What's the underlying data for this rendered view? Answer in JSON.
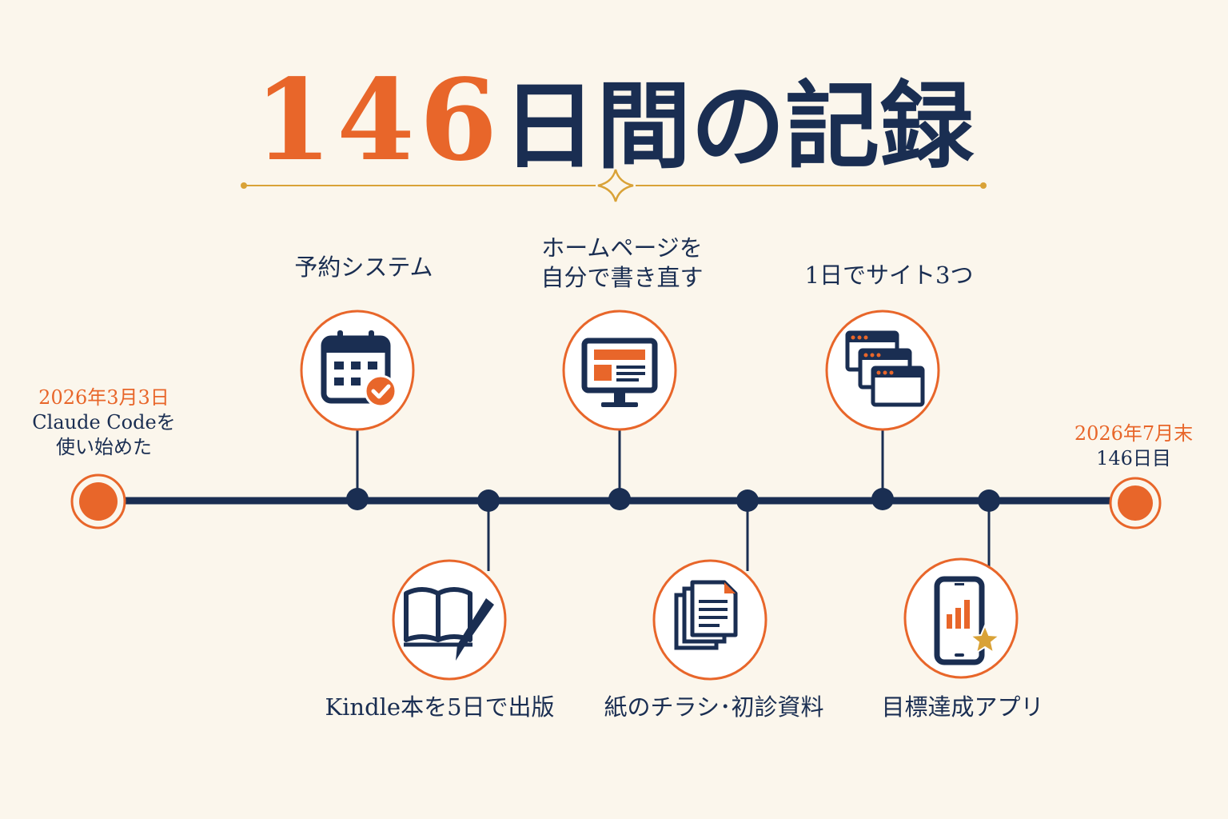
{
  "title": {
    "number": "146",
    "rest": "日間の記録"
  },
  "start": {
    "date": "2026年3月3日",
    "line1": "Claude Codeを",
    "line2": "使い始めた"
  },
  "end": {
    "date": "2026年7月末",
    "line1": "146日目"
  },
  "milestones": [
    {
      "line1": "予約システム",
      "line2": "",
      "icon": "calendar-check-icon"
    },
    {
      "line1": "Kindle本を5日で出版",
      "line2": "",
      "icon": "book-pen-icon"
    },
    {
      "line1": "ホームページを",
      "line2": "自分で書き直す",
      "icon": "monitor-icon"
    },
    {
      "line1": "紙のチラシ･初診資料",
      "line2": "",
      "icon": "documents-icon"
    },
    {
      "line1": "1日でサイト3つ",
      "line2": "",
      "icon": "browser-windows-icon"
    },
    {
      "line1": "目標達成アプリ",
      "line2": "",
      "icon": "phone-chart-icon"
    }
  ],
  "colors": {
    "accent": "#e8662a",
    "navy": "#1a2e52",
    "gold": "#d9a237",
    "background": "#fbf6ec"
  }
}
